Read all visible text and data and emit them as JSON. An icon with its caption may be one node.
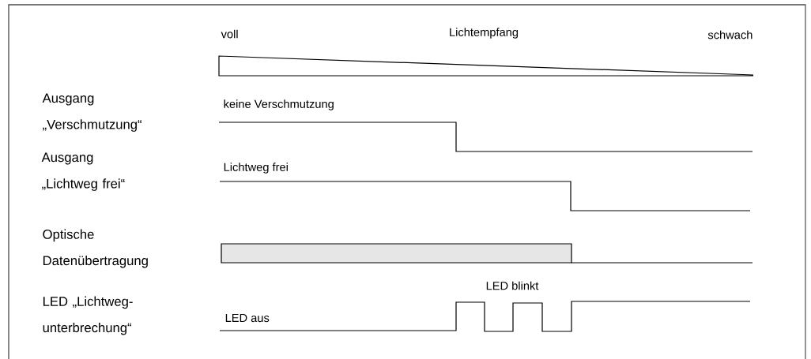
{
  "diagram": {
    "labels": [
      "voll",
      "Lichtempfang",
      "schwach",
      "Ausgang „Verschmutzung“",
      "keine Verschmutzung",
      "Ausgang „Lichtweg frei“",
      "Lichtweg frei",
      "Optische Datenübertragung",
      "LED blinkt",
      "LED „Lichtweg-unterbrechung“",
      "LED aus"
    ]
  }
}
